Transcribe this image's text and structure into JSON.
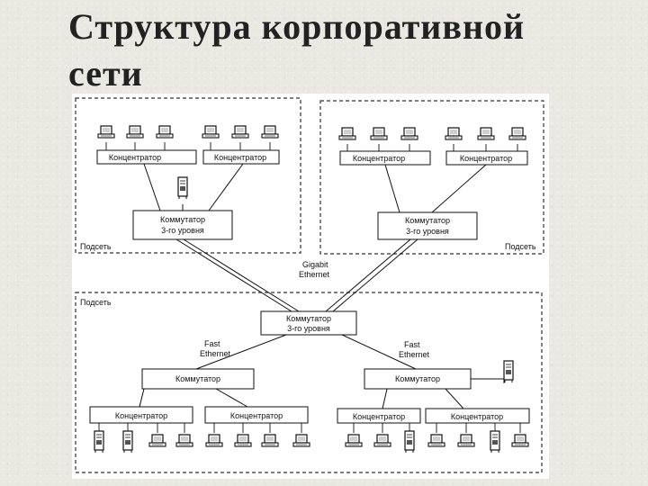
{
  "slide": {
    "title_line1": "Структура корпоративной",
    "title_line2": "сети"
  },
  "diagram": {
    "subnet_label": "Подсеть",
    "hub_label": "Концентратор",
    "switch_label": "Коммутатор",
    "l3_switch_line1": "Коммутатор",
    "l3_switch_line2": "3-го уровня",
    "gigabit_line1": "Gigabit",
    "gigabit_line2": "Ethernet",
    "fast_line1": "Fast",
    "fast_line2": "Ethernet",
    "icons": [
      "workstation-icon",
      "server-icon"
    ]
  }
}
